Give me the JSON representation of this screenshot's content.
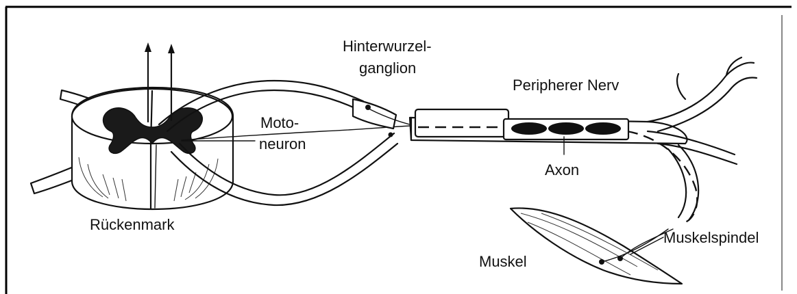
{
  "labels": {
    "hinterwurzel_line1": "Hinterwurzel-",
    "hinterwurzel_line2": "ganglion",
    "peripherer_nerv": "Peripherer Nerv",
    "moto_line1": "Moto-",
    "moto_line2": "neuron",
    "axon": "Axon",
    "rueckenmark": "Rückenmark",
    "muskel": "Muskel",
    "muskelspindel": "Muskelspindel"
  }
}
